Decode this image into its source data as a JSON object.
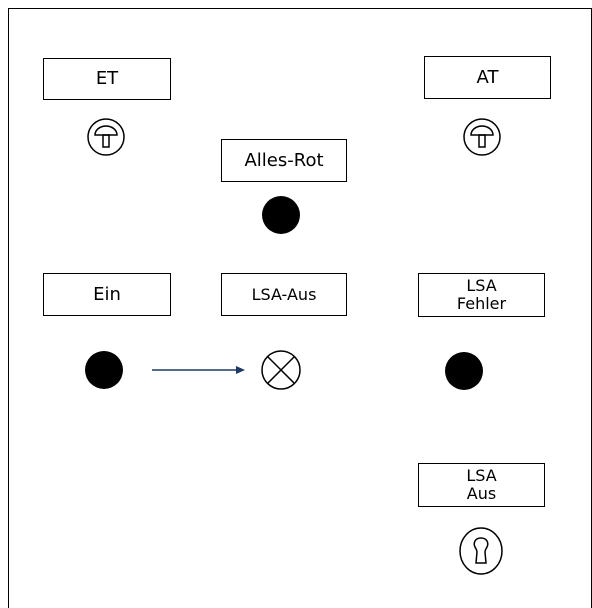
{
  "labels": {
    "et": "ET",
    "at": "AT",
    "alles_rot": "Alles-Rot",
    "ein": "Ein",
    "lsa_aus_top": "LSA-Aus",
    "lsa_fehler": "LSA\nFehler",
    "lsa_aus_key": "LSA\nAus"
  },
  "icons": {
    "et_button": "mushroom-pushbutton-icon",
    "at_button": "mushroom-pushbutton-icon",
    "alles_rot_lamp": "filled-lamp-icon",
    "ein_lamp": "filled-lamp-icon",
    "lsa_aus_lamp": "cross-circle-lamp-icon",
    "lsa_fehler_lamp": "filled-lamp-icon",
    "key_switch": "keyhole-icon"
  },
  "colors": {
    "arrow": "#1f3864",
    "lamp": "#000000"
  }
}
